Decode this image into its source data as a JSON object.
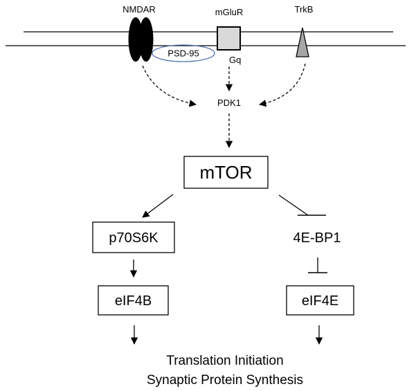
{
  "receptors": {
    "nmdar": "NMDAR",
    "mglur": "mGluR",
    "trkb": "TrkB",
    "psd95": "PSD-95",
    "gq": "Gq"
  },
  "nodes": {
    "pdk1": "PDK1",
    "mtor": "mTOR",
    "p70s6k": "p70S6K",
    "bp1": "4E-BP1",
    "eif4b": "eIF4B",
    "eif4e": "eIF4E"
  },
  "footer": {
    "line1": "Translation Initiation",
    "line2": "Synaptic Protein Synthesis"
  },
  "colors": {
    "line": "#000000",
    "receptor_fill": "#000000",
    "mglur_fill": "#d9d9d9",
    "trkb_fill": "#a6a6a6",
    "psd95_outline": "#4f6fb5"
  }
}
